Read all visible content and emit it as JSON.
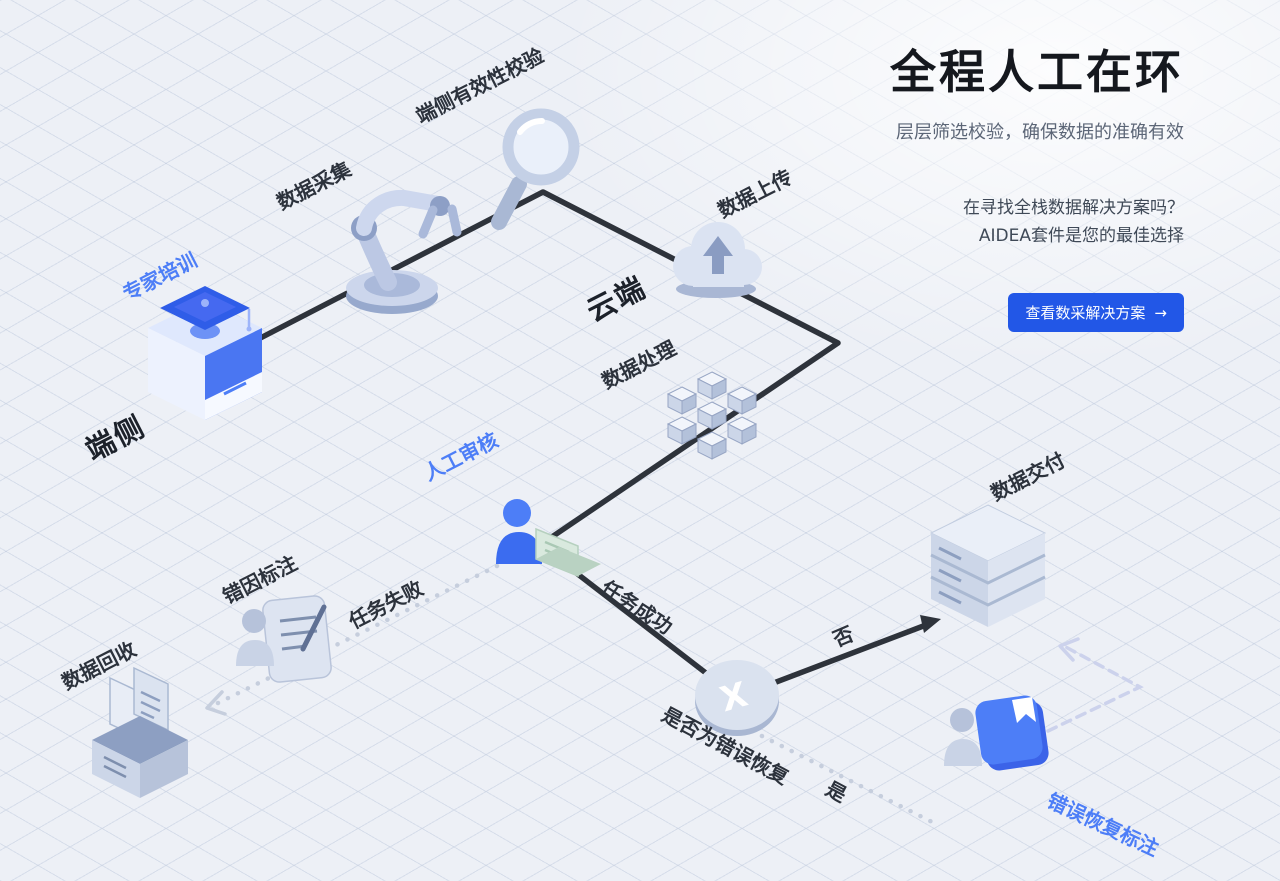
{
  "hero": {
    "title": "全程人工在环",
    "subtitle": "层层筛选校验，确保数据的准确有效",
    "promo_line1": "在寻找全栈数据解决方案吗？",
    "promo_line2": "AIDEA套件是您的最佳选择",
    "cta_label": "查看数采解决方案",
    "cta_arrow": "→"
  },
  "diagram": {
    "labels": {
      "expert_training": "专家培训",
      "edge": "端侧",
      "data_collection": "数据采集",
      "edge_validation": "端侧有效性校验",
      "data_upload": "数据上传",
      "cloud": "云端",
      "data_processing": "数据处理",
      "human_review": "人工审核",
      "task_failed": "任务失败",
      "task_success": "任务成功",
      "error_cause": "错因标注",
      "data_recycling": "数据回收",
      "decision_question": "是否为错误恢复",
      "no": "否",
      "yes": "是",
      "data_delivery": "数据交付",
      "error_recovery": "错误恢复标注",
      "decision_x": "X"
    },
    "colors": {
      "accent_blue": "#2257e7",
      "label_blue": "#4d7ef7",
      "flow_line_dark": "#2e333b",
      "dotted_gray": "#c6cedd",
      "dashed_lavender": "#ccd2ec",
      "background": "#edf0f6"
    }
  }
}
